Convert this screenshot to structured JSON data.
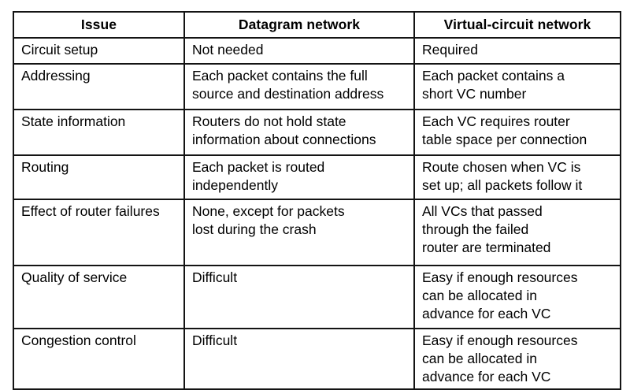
{
  "page": {
    "background_color": "#ffffff",
    "text_color": "#000000",
    "grid_color": "#141414"
  },
  "table": {
    "columns": [
      {
        "label": "Issue"
      },
      {
        "label": "Datagram network"
      },
      {
        "label": "Virtual-circuit network"
      }
    ],
    "rows": [
      {
        "issue": "Circuit setup",
        "datagram": "Not needed",
        "vc": "Required"
      },
      {
        "issue": "Addressing",
        "datagram": "Each packet contains the full\nsource and destination address",
        "vc": "Each packet contains a\nshort VC number"
      },
      {
        "issue": "State information",
        "datagram": "Routers do not hold state\ninformation about connections",
        "vc": "Each VC requires router\ntable space per connection"
      },
      {
        "issue": "Routing",
        "datagram": "Each packet is routed\nindependently",
        "vc": "Route chosen when VC is\nset up; all packets follow it"
      },
      {
        "issue": "Effect of router failures",
        "datagram": "None, except for packets\nlost during the crash",
        "vc": "All VCs that passed\nthrough the failed\nrouter are terminated"
      },
      {
        "issue": "Quality of service",
        "datagram": "Difficult",
        "vc": "Easy if enough resources\ncan be allocated in\nadvance for each VC"
      },
      {
        "issue": "Congestion control",
        "datagram": "Difficult",
        "vc": "Easy if enough resources\ncan be allocated in\nadvance for each VC"
      }
    ]
  }
}
